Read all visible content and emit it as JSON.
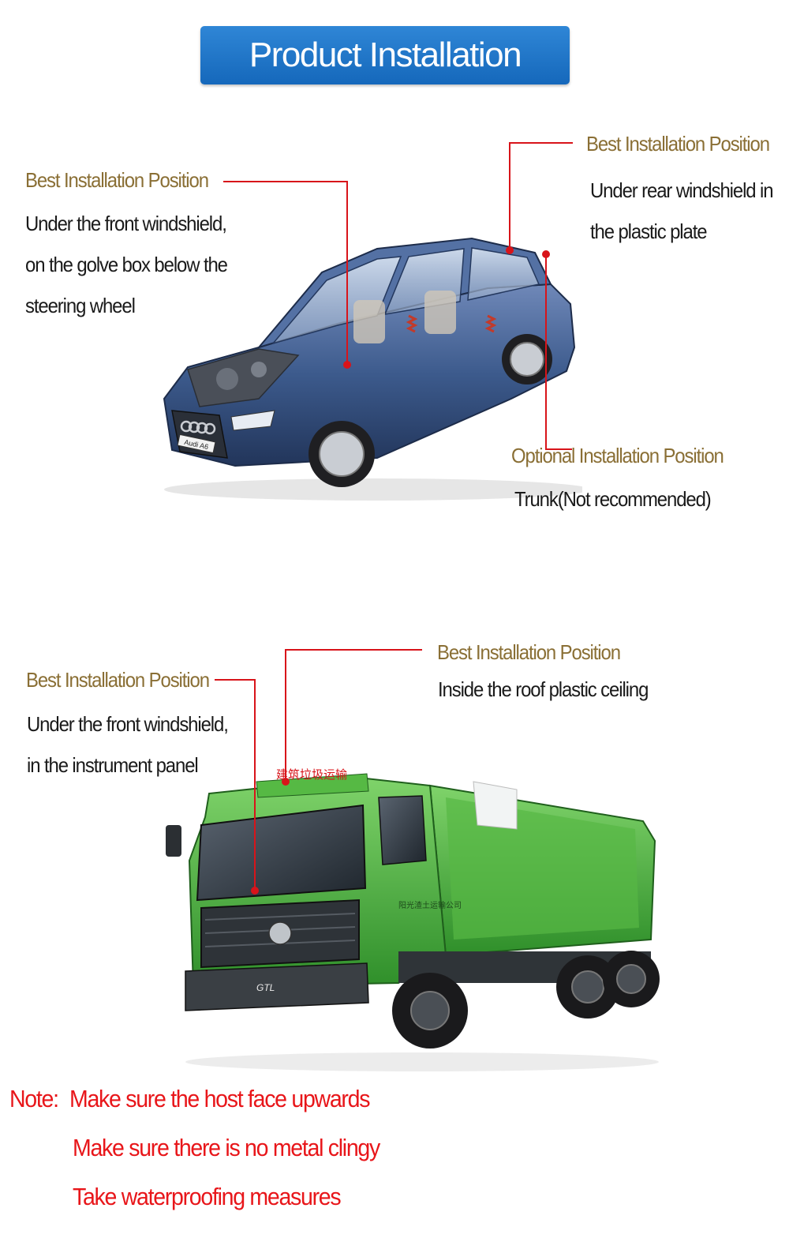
{
  "title": "Product Installation",
  "car": {
    "front": {
      "label": "Best Installation Position",
      "lines": [
        "Under the front windshield,",
        "on the golve box below the",
        "steering wheel"
      ]
    },
    "rear": {
      "label": "Best Installation Position",
      "lines": [
        "Under rear windshield in",
        "the plastic plate"
      ]
    },
    "optional": {
      "label": "Optional Installation Position",
      "lines": [
        "Trunk(Not recommended)"
      ]
    },
    "badge": "Audi A6"
  },
  "truck": {
    "front": {
      "label": "Best Installation Position",
      "lines": [
        "Under the front windshield,",
        "in the instrument panel"
      ]
    },
    "roof": {
      "label": "Best Installation Position",
      "lines": [
        "Inside the roof plastic ceiling"
      ]
    },
    "roof_sign": "建筑垃圾运输",
    "door_text": "阳光渣土运输公司",
    "model": "GTL"
  },
  "notes": {
    "prefix": "Note:",
    "items": [
      "Make sure the host face upwards",
      "Make sure there is no metal clingy",
      "Take waterproofing measures"
    ]
  },
  "colors": {
    "banner": "#1d73c6",
    "label": "#8a6f35",
    "leader": "#d8141a",
    "note": "#e8161a",
    "car_body": "#3c5a8c",
    "truck_body": "#4caf3a"
  }
}
